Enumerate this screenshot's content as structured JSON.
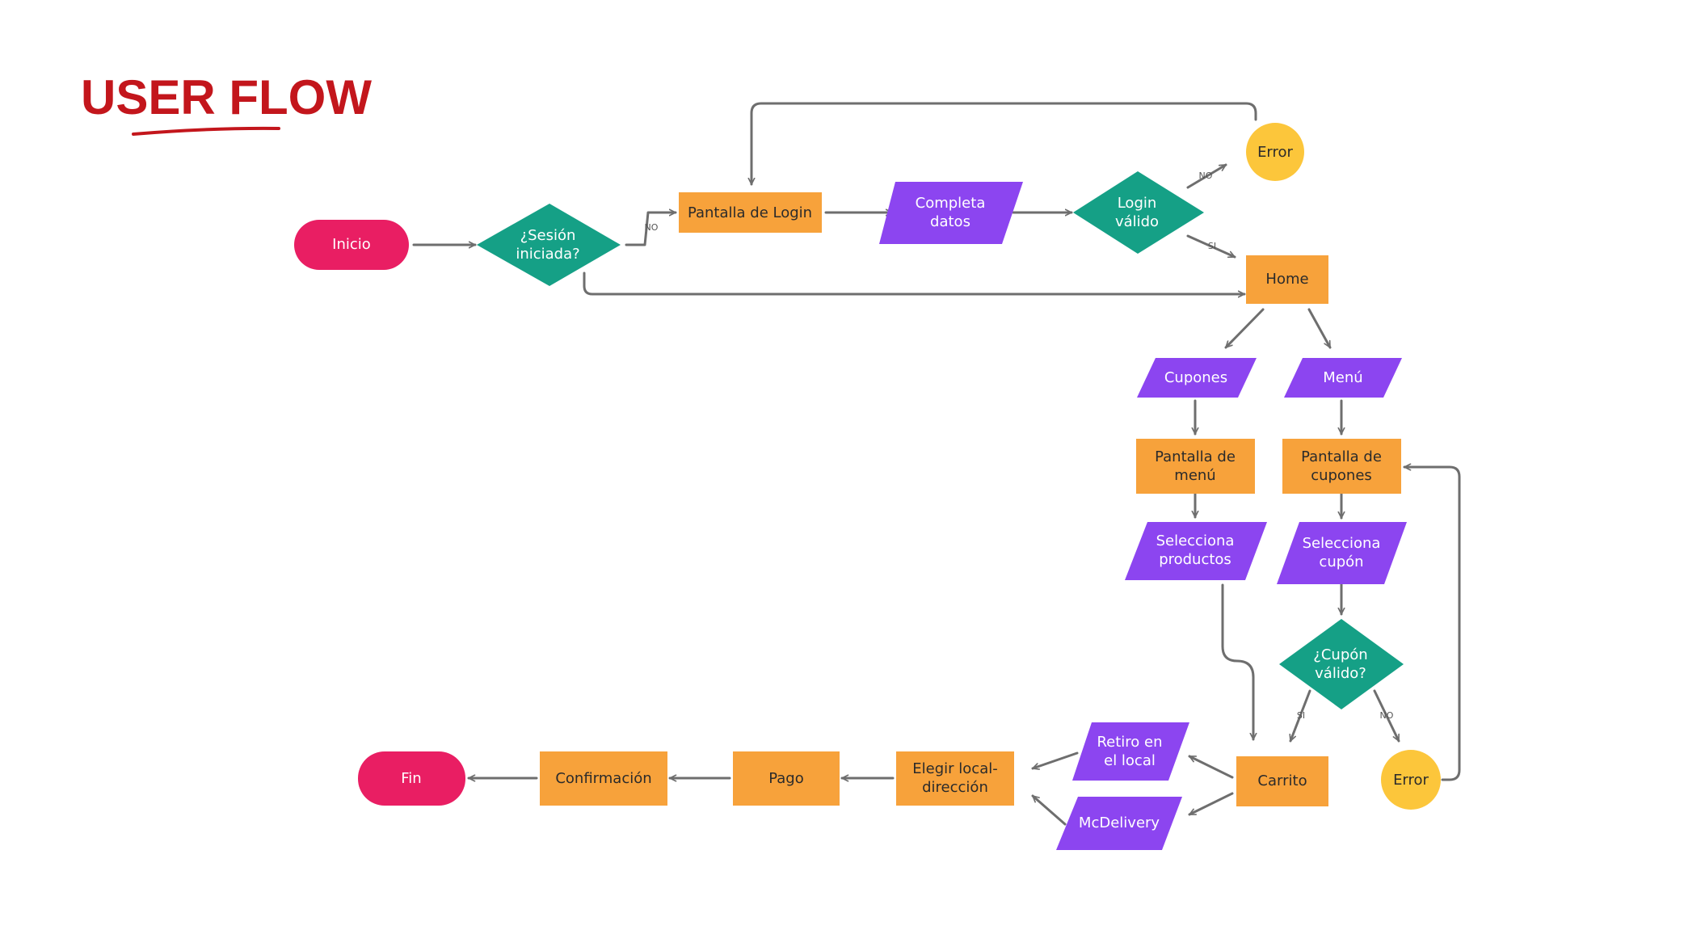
{
  "title": "USER FLOW",
  "colors": {
    "title": "#c3161c",
    "terminal": "#e91e63",
    "process": "#f7a23b",
    "io": "#8c45f0",
    "decision": "#15a086",
    "error": "#fcc63b",
    "edge": "#6e6e6e"
  },
  "nodes": {
    "inicio": "Inicio",
    "sesion": [
      "¿Sesión",
      "iniciada?"
    ],
    "login_screen": "Pantalla de Login",
    "completa_datos": [
      "Completa",
      "datos"
    ],
    "login_valido": [
      "Login",
      "válido"
    ],
    "error_login": "Error",
    "home": "Home",
    "cupones": "Cupones",
    "menu": "Menú",
    "pantalla_menu": [
      "Pantalla de",
      "menú"
    ],
    "pantalla_cupones": [
      "Pantalla de",
      "cupones"
    ],
    "selecciona_productos": [
      "Selecciona",
      "productos"
    ],
    "selecciona_cupon": [
      "Selecciona",
      "cupón"
    ],
    "cupon_valido": [
      "¿Cupón",
      "válido?"
    ],
    "error_cupon": "Error",
    "carrito": "Carrito",
    "retiro_local": [
      "Retiro en",
      "el local"
    ],
    "mcdelivery": "McDelivery",
    "elegir_local": [
      "Elegir local-",
      "dirección"
    ],
    "pago": "Pago",
    "confirmacion": "Confirmación",
    "fin": "Fin"
  },
  "edge_labels": {
    "sesion_no": "NO",
    "login_no": "NO",
    "login_si": "SI",
    "cupon_si": "SI",
    "cupon_no": "NO"
  }
}
